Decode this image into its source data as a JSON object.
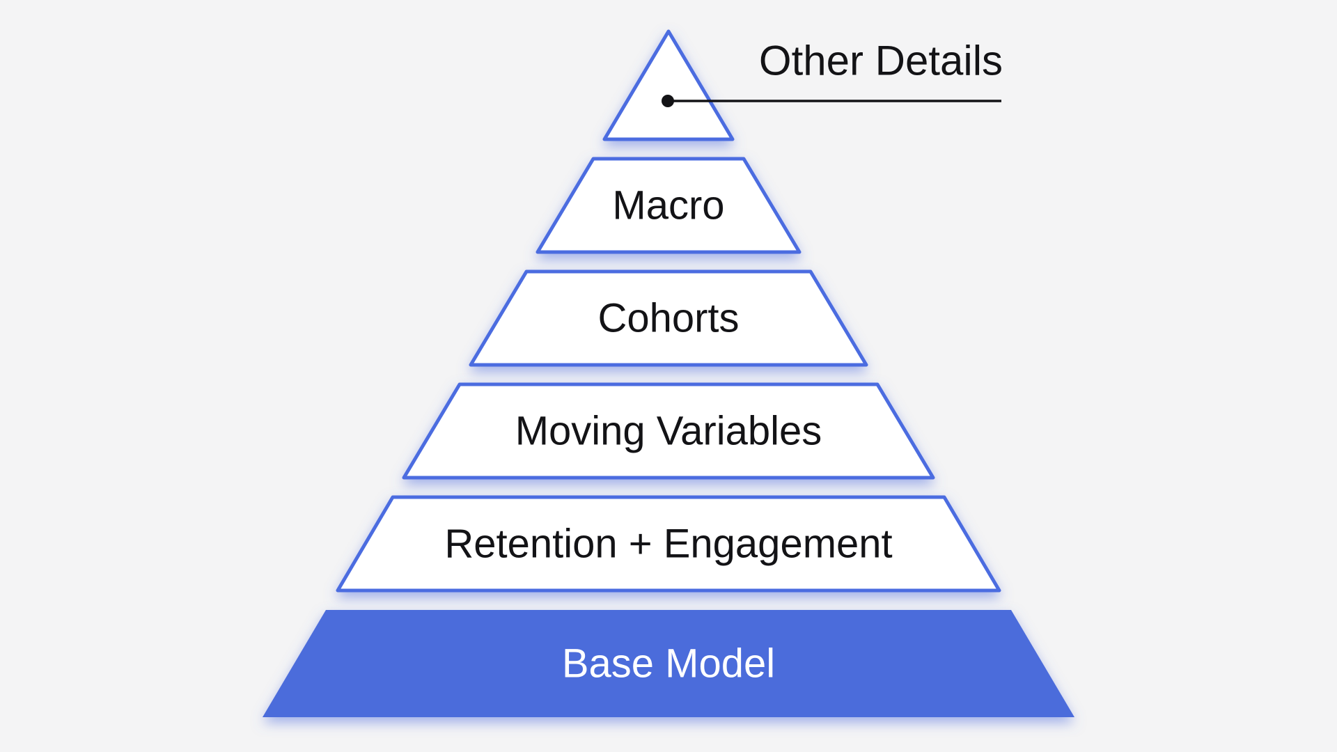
{
  "colors": {
    "background": "#f4f4f5",
    "outline": "#4b6ce0",
    "base_fill": "#4c6cdb",
    "glow": "#5d78e0",
    "label_dark": "#131316",
    "label_light": "#ffffff",
    "callout": "#131316"
  },
  "pyramid": {
    "levels": [
      {
        "label": ""
      },
      {
        "label": "Macro"
      },
      {
        "label": "Cohorts"
      },
      {
        "label": "Moving Variables"
      },
      {
        "label": "Retention + Engagement"
      },
      {
        "label": "Base Model"
      }
    ],
    "callout": {
      "label": "Other Details"
    }
  }
}
